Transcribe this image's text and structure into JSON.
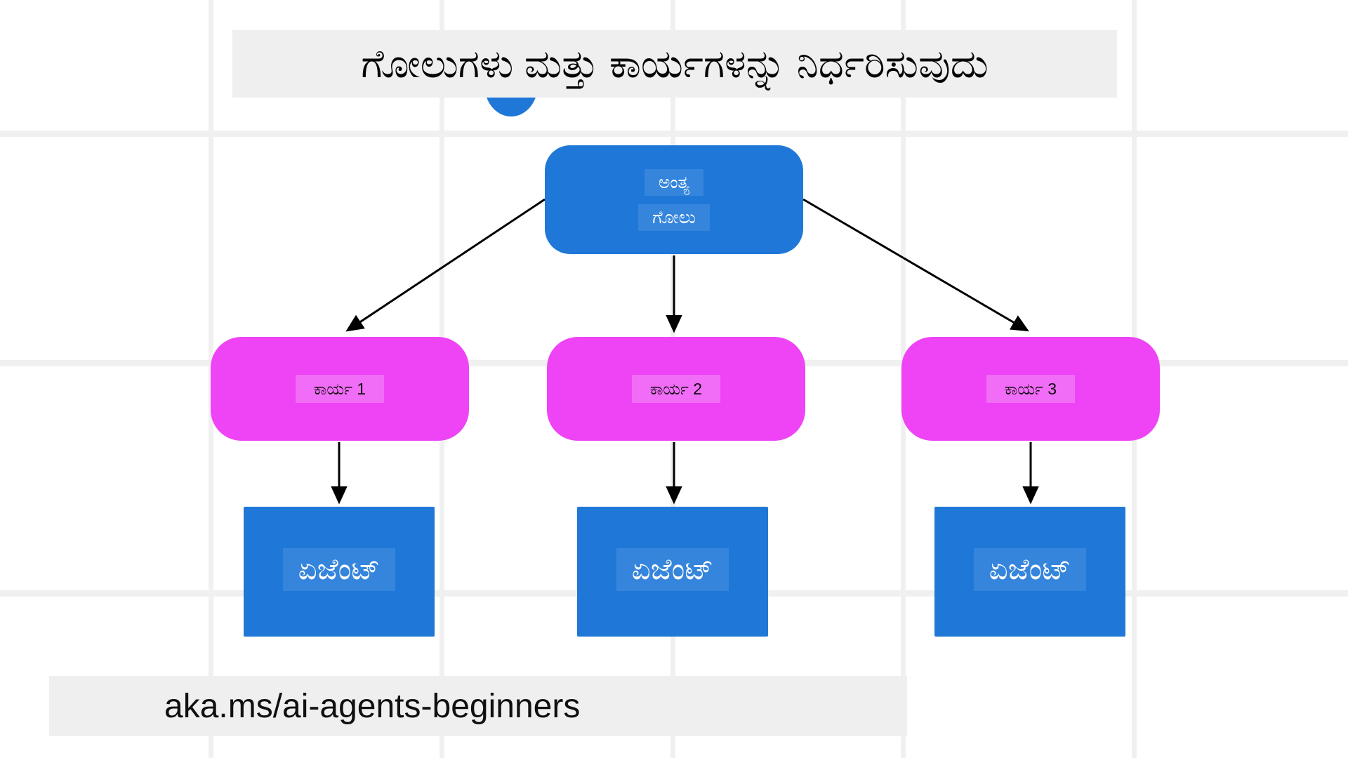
{
  "page": {
    "background_color": "#ffffff",
    "grid_color": "#f0f0f0",
    "banner_color": "#efefef"
  },
  "title": {
    "text": "ಗೋಲುಗಳು ಮತ್ತು ಕಾರ್ಯಗಳನ್ನು ನಿರ್ಧರಿಸುವುದು"
  },
  "footer": {
    "text": "aka.ms/ai-agents-beginners"
  },
  "colors": {
    "goal_blue": "#1f78d8",
    "task_magenta": "#ee44f5",
    "agent_blue": "#1f78d8",
    "edge_black": "#000000"
  },
  "diagram": {
    "type": "tree",
    "goal_node": {
      "line1": "ಅಂತ್ಯ",
      "line2": "ಗೋಲು"
    },
    "task_nodes": [
      {
        "label": "ಕಾರ್ಯ 1"
      },
      {
        "label": "ಕಾರ್ಯ 2"
      },
      {
        "label": "ಕಾರ್ಯ 3"
      }
    ],
    "agent_nodes": [
      {
        "label": "ಏಜೆಂಟ್"
      },
      {
        "label": "ಏಜೆಂಟ್"
      },
      {
        "label": "ಏಜೆಂಟ್"
      }
    ],
    "edges": [
      {
        "from": "goal_node",
        "to": "task_1"
      },
      {
        "from": "goal_node",
        "to": "task_2"
      },
      {
        "from": "goal_node",
        "to": "task_3"
      },
      {
        "from": "task_1",
        "to": "agent_1"
      },
      {
        "from": "task_2",
        "to": "agent_2"
      },
      {
        "from": "task_3",
        "to": "agent_3"
      }
    ]
  }
}
